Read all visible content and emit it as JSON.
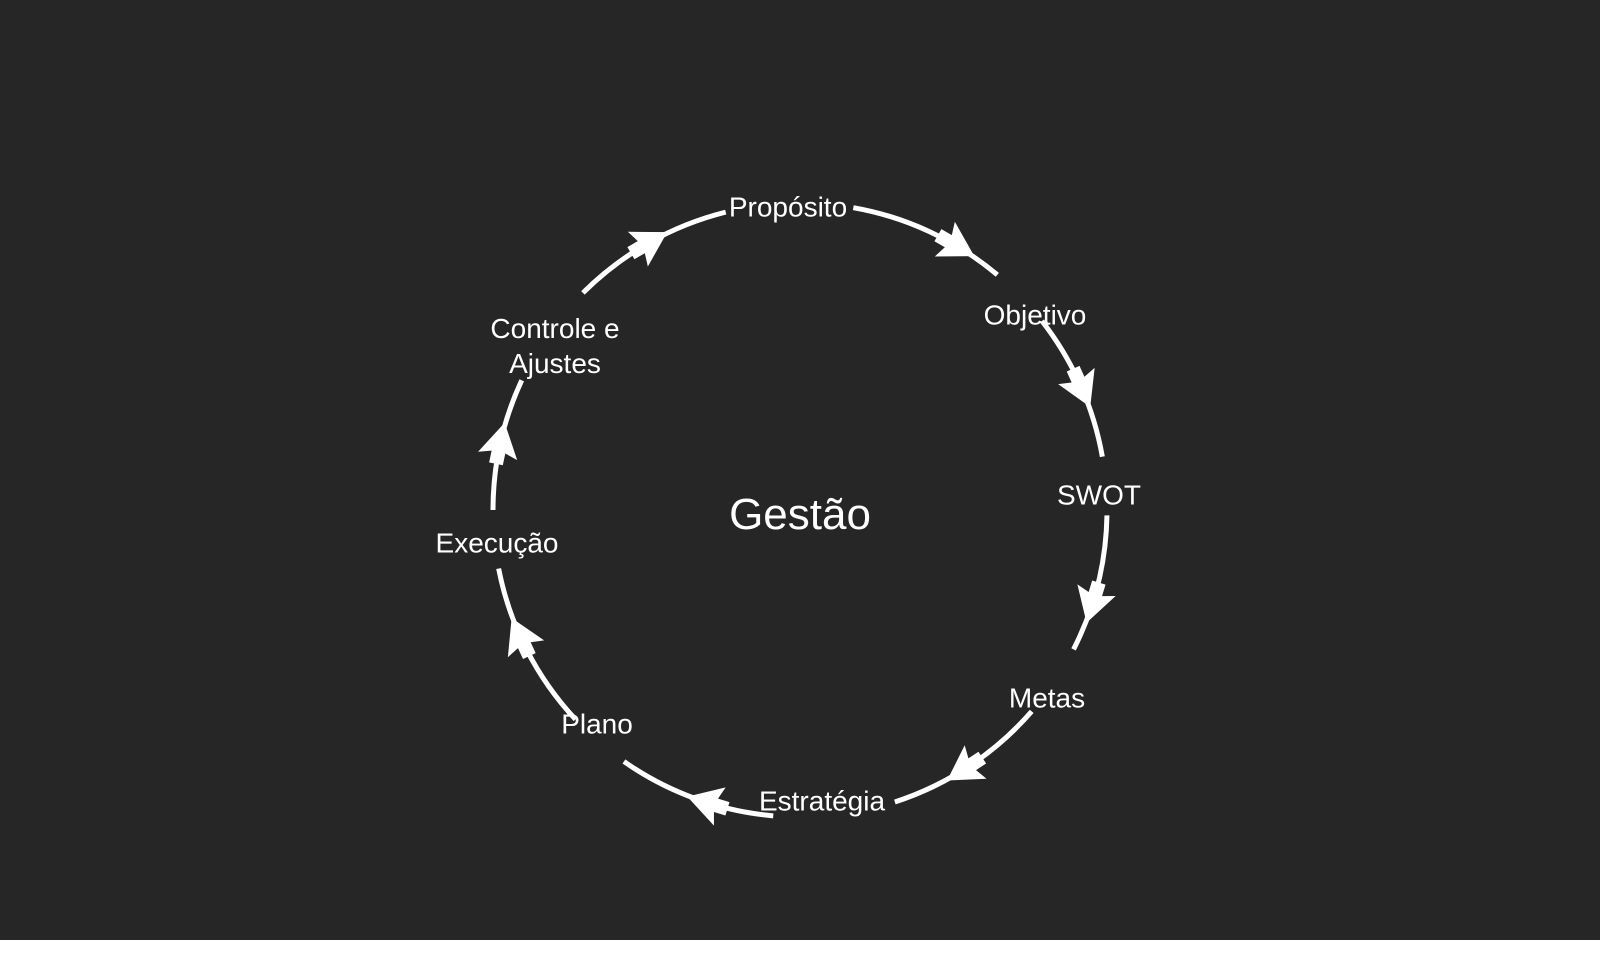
{
  "diagram": {
    "center_title": "Gestão",
    "steps": [
      {
        "id": "proposito",
        "label": "Propósito"
      },
      {
        "id": "objetivo",
        "label": "Objetivo"
      },
      {
        "id": "swot",
        "label": "SWOT"
      },
      {
        "id": "metas",
        "label": "Metas"
      },
      {
        "id": "estrategia",
        "label": "Estratégia"
      },
      {
        "id": "plano",
        "label": "Plano"
      },
      {
        "id": "execucao",
        "label": "Execução"
      },
      {
        "id": "controle",
        "label": "Controle e\nAjustes"
      }
    ]
  },
  "colors": {
    "background": "#262626",
    "foreground": "#ffffff"
  }
}
